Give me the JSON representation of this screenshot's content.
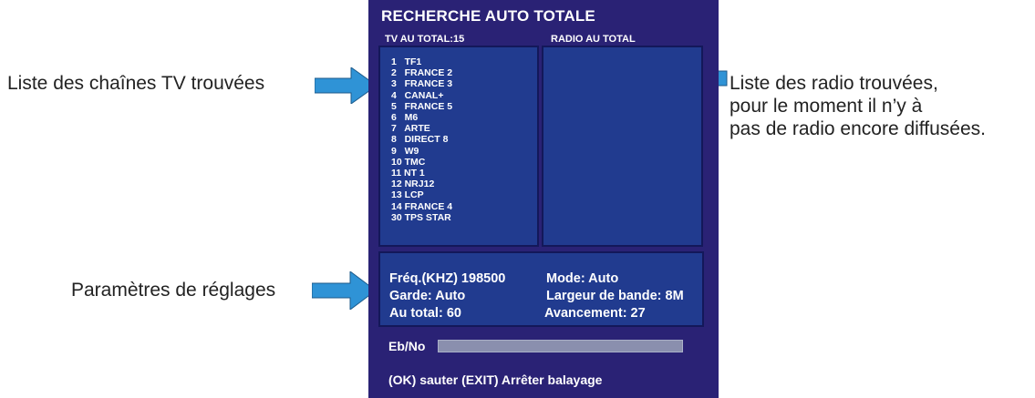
{
  "screen": {
    "title": "RECHERCHE AUTO TOTALE",
    "tv_header": "TV AU TOTAL:15",
    "radio_header": "RADIO AU TOTAL",
    "channels": [
      "1   TF1",
      "2   FRANCE 2",
      "3   FRANCE 3",
      "4   CANAL+",
      "5   FRANCE 5",
      "6   M6",
      "7   ARTE",
      "8   DIRECT 8",
      "9   W9",
      "10 TMC",
      "11 NT 1",
      "12 NRJ12",
      "13 LCP",
      "14 FRANCE 4",
      "30 TPS STAR"
    ],
    "radios": [],
    "params": {
      "freq": "Fréq.(KHZ) 198500",
      "mode": "Mode: Auto",
      "garde": "Garde: Auto",
      "bandwidth": "Largeur de bande: 8M",
      "total": "Au total: 60",
      "progress": "Avancement: 27"
    },
    "ebno_label": "Eb/No",
    "ebno_level": 1.0,
    "footer": "(OK) sauter (EXIT) Arrêter balayage"
  },
  "annotations": {
    "tv_list": "Liste des chaînes TV trouvées",
    "radio_list_lines": [
      "Liste des radio trouvées,",
      "pour le moment il n’y à",
      "pas de radio encore diffusées."
    ],
    "params": "Paramètres de réglages"
  },
  "colors": {
    "screen_bg": "#2a2275",
    "panel_bg": "#213b8f",
    "arrow": "#2f93d6"
  },
  "icons": [
    "arrow-right-icon",
    "arrow-left-icon",
    "arrow-right-icon"
  ]
}
